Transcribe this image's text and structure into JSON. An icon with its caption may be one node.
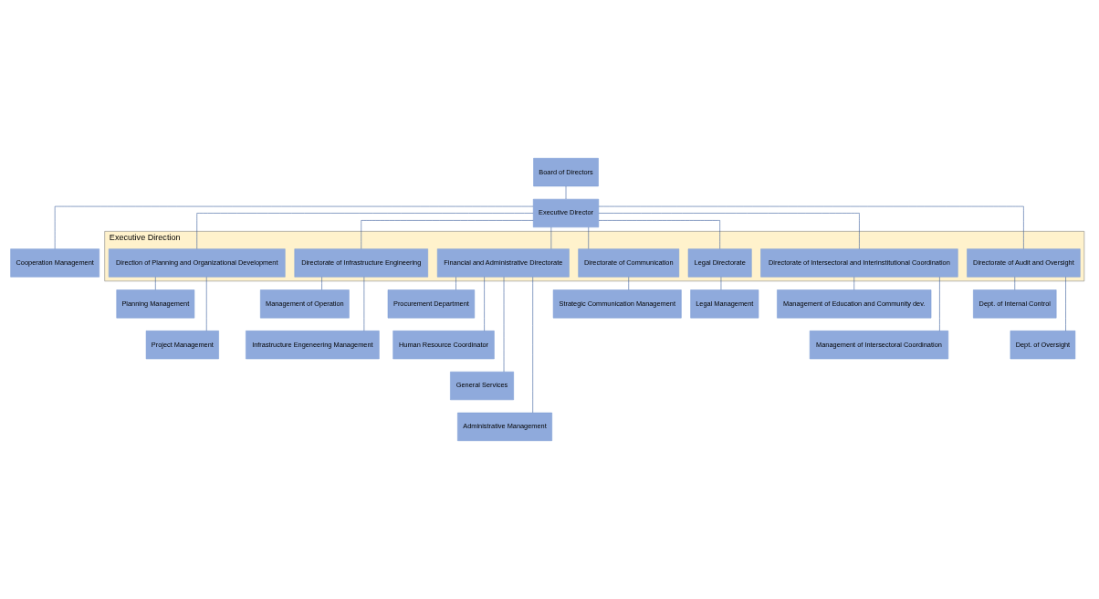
{
  "diagram": {
    "nodes": [
      {
        "text": [
          "Board of Directors"
        ]
      },
      {
        "text": [
          "Executive Director"
        ]
      },
      {
        "text": [
          "Cooperation Management"
        ]
      },
      {
        "text": [
          "Executive Direction"
        ]
      },
      {
        "text": [
          "Direction of Planning and Organizational Development"
        ],
        "in": 3
      },
      {
        "text": [
          "Directorate of Infrastructure Engineering"
        ],
        "in": 3
      },
      {
        "text": [
          "Financial and Administrative Directorate"
        ],
        "in": 3
      },
      {
        "text": [
          "Directorate of Communication"
        ],
        "in": 3
      },
      {
        "text": [
          "Legal Directorate"
        ],
        "in": 3
      },
      {
        "text": [
          "Directorate of Intersectoral and Interinstitutional Coordination"
        ],
        "in": 3
      },
      {
        "text": [
          "Directorate of Audit and Oversight"
        ],
        "in": 3
      },
      {
        "text": [
          "Planning Management"
        ]
      },
      {
        "text": [
          "Project Management"
        ]
      },
      {
        "text": [
          "Management of Operation"
        ]
      },
      {
        "text": [
          "Infrastructure Engeneering Management"
        ]
      },
      {
        "text": [
          "Procurement Department"
        ]
      },
      {
        "text": [
          "Human Resource Coordinator"
        ]
      },
      {
        "text": [
          "General Services"
        ]
      },
      {
        "text": [
          "Administrative Management"
        ]
      },
      {
        "text": [
          "Strategic Communication Management"
        ]
      },
      {
        "text": [
          "Legal Management"
        ]
      },
      {
        "text": [
          "Management of Education and Community dev."
        ]
      },
      {
        "text": [
          "Management of Intersectoral Coordination"
        ]
      },
      {
        "text": [
          "Dept. of Internal Control"
        ]
      },
      {
        "text": [
          "Dept. of Oversight"
        ]
      }
    ],
    "edges": [
      {
        "from": 0,
        "to": 1,
        "arrow": "none"
      },
      {
        "from": 1,
        "to": 2,
        "arrow": "none"
      },
      {
        "from": 1,
        "to": 4,
        "arrow": "none"
      },
      {
        "from": 1,
        "to": 5,
        "arrow": "none"
      },
      {
        "from": 1,
        "to": 6,
        "arrow": "none"
      },
      {
        "from": 1,
        "to": 7,
        "arrow": "none"
      },
      {
        "from": 1,
        "to": 8,
        "arrow": "none"
      },
      {
        "from": 1,
        "to": 9,
        "arrow": "none"
      },
      {
        "from": 1,
        "to": 10,
        "arrow": "none"
      },
      {
        "from": 4,
        "to": 11,
        "arrow": "none"
      },
      {
        "from": 4,
        "to": 12,
        "arrow": "none"
      },
      {
        "from": 5,
        "to": 13,
        "arrow": "none"
      },
      {
        "from": 5,
        "to": 14,
        "arrow": "none"
      },
      {
        "from": 6,
        "to": 15,
        "arrow": "none"
      },
      {
        "from": 6,
        "to": 16,
        "arrow": "none"
      },
      {
        "from": 6,
        "to": 17,
        "arrow": "none"
      },
      {
        "from": 6,
        "to": 18,
        "arrow": "none"
      },
      {
        "from": 7,
        "to": 19,
        "arrow": "none"
      },
      {
        "from": 8,
        "to": 20,
        "arrow": "none"
      },
      {
        "from": 9,
        "to": 21,
        "arrow": "none"
      },
      {
        "from": 9,
        "to": 22,
        "arrow": "none"
      },
      {
        "from": 10,
        "to": 23,
        "arrow": "none"
      },
      {
        "from": 10,
        "to": 24,
        "arrow": "none"
      }
    ]
  }
}
